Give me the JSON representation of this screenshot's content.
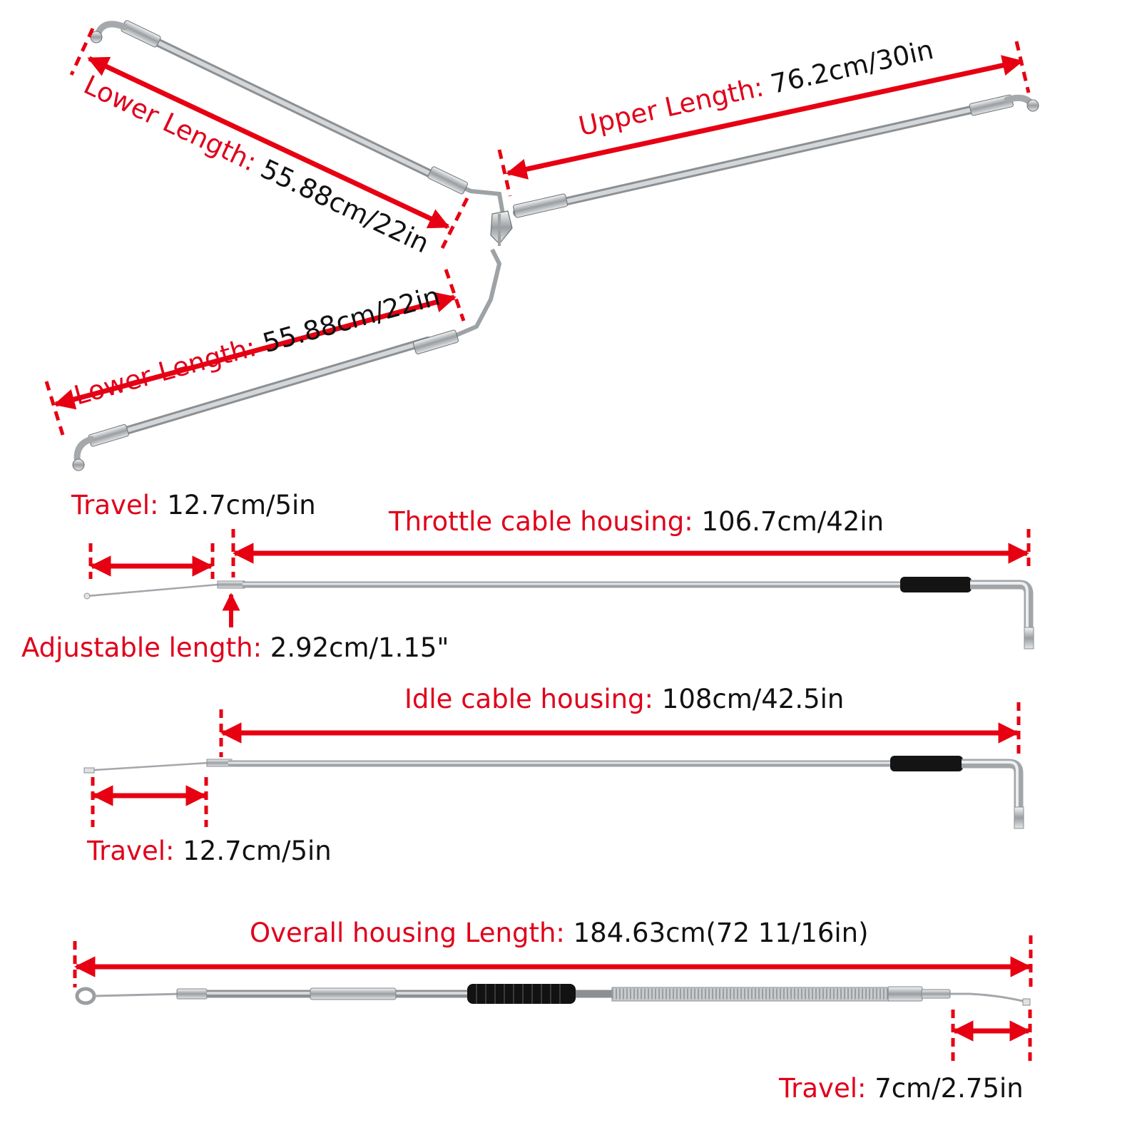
{
  "colors": {
    "dimension": "#e60012",
    "label_key": "#e0001b",
    "value": "#111111",
    "cable": "#b9bcbf",
    "cable_dark": "#8a8d90",
    "sleeve": "#111111"
  },
  "labels": {
    "lower_top": {
      "key": "Lower Length:",
      "value": "55.88cm/22in"
    },
    "lower_bottom": {
      "key": "Lower Length:",
      "value": "55.88cm/22in"
    },
    "upper": {
      "key": "Upper Length:",
      "value": "76.2cm/30in"
    },
    "throttle_travel": {
      "key": "Travel:",
      "value": "12.7cm/5in"
    },
    "throttle_housing": {
      "key": "Throttle cable housing:",
      "value": "106.7cm/42in"
    },
    "adjustable": {
      "key": "Adjustable length:",
      "value": "2.92cm/1.15\""
    },
    "idle_housing": {
      "key": "Idle cable housing:",
      "value": "108cm/42.5in"
    },
    "idle_travel": {
      "key": "Travel:",
      "value": "12.7cm/5in"
    },
    "overall": {
      "key": "Overall housing Length:",
      "value": "184.63cm(72 11/16in)"
    },
    "clutch_travel": {
      "key": "Travel:",
      "value": "7cm/2.75in"
    }
  }
}
